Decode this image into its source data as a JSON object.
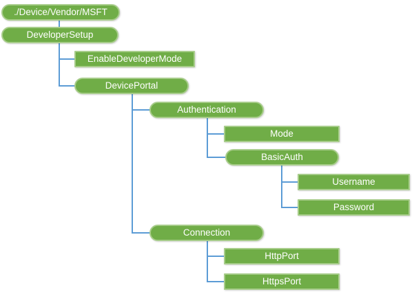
{
  "diagram": {
    "type": "tree",
    "colors": {
      "node_fill": "#70AD47",
      "node_border": "#A8CD8B",
      "node_text": "#FFFFFF",
      "connector": "#5B9BD5",
      "background": "#FFFFFF"
    },
    "tree": {
      "label": "./Device/Vendor/MSFT",
      "shape": "pill",
      "children": [
        {
          "label": "DeveloperSetup",
          "shape": "pill",
          "children": [
            {
              "label": "EnableDeveloperMode",
              "shape": "rect",
              "children": []
            },
            {
              "label": "DevicePortal",
              "shape": "pill",
              "children": [
                {
                  "label": "Authentication",
                  "shape": "pill",
                  "children": [
                    {
                      "label": "Mode",
                      "shape": "rect",
                      "children": []
                    },
                    {
                      "label": "BasicAuth",
                      "shape": "pill",
                      "children": [
                        {
                          "label": "Username",
                          "shape": "rect",
                          "children": []
                        },
                        {
                          "label": "Password",
                          "shape": "rect",
                          "children": []
                        }
                      ]
                    }
                  ]
                },
                {
                  "label": "Connection",
                  "shape": "pill",
                  "children": [
                    {
                      "label": "HttpPort",
                      "shape": "rect",
                      "children": []
                    },
                    {
                      "label": "HttpsPort",
                      "shape": "rect",
                      "children": []
                    }
                  ]
                }
              ]
            }
          ]
        }
      ]
    }
  }
}
